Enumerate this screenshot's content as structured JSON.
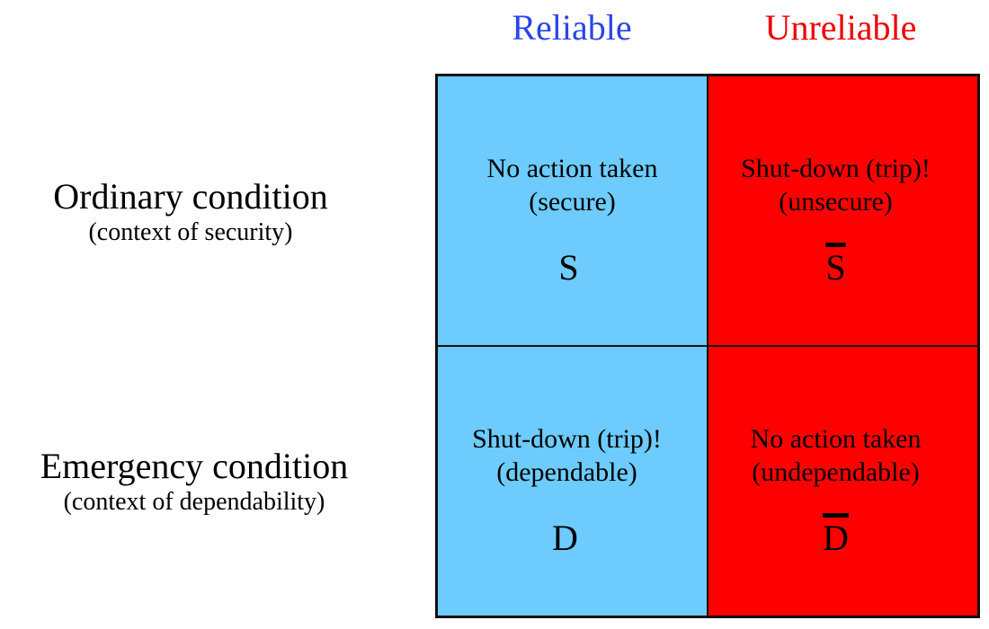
{
  "colors": {
    "reliable": "#6dcbfe",
    "unreliable": "#fe0000",
    "reliable_text": "#2a45e8",
    "unreliable_text": "#ee0000",
    "border": "#111111"
  },
  "columns": {
    "reliable": "Reliable",
    "unreliable": "Unreliable"
  },
  "rows": {
    "ordinary": {
      "title": "Ordinary condition",
      "subtitle": "(context of security)"
    },
    "emergency": {
      "title": "Emergency condition",
      "subtitle": "(context of dependability)"
    }
  },
  "cells": {
    "ordinary_reliable": {
      "line1": "No action taken",
      "line2": "(secure)",
      "symbol": "S",
      "negated": false
    },
    "ordinary_unreliable": {
      "line1": "Shut-down (trip)!",
      "line2": "(unsecure)",
      "symbol": "S",
      "negated": true
    },
    "emergency_reliable": {
      "line1": "Shut-down (trip)!",
      "line2": "(dependable)",
      "symbol": "D",
      "negated": false
    },
    "emergency_unreliable": {
      "line1": "No action taken",
      "line2": "(undependable)",
      "symbol": "D",
      "negated": true
    }
  }
}
